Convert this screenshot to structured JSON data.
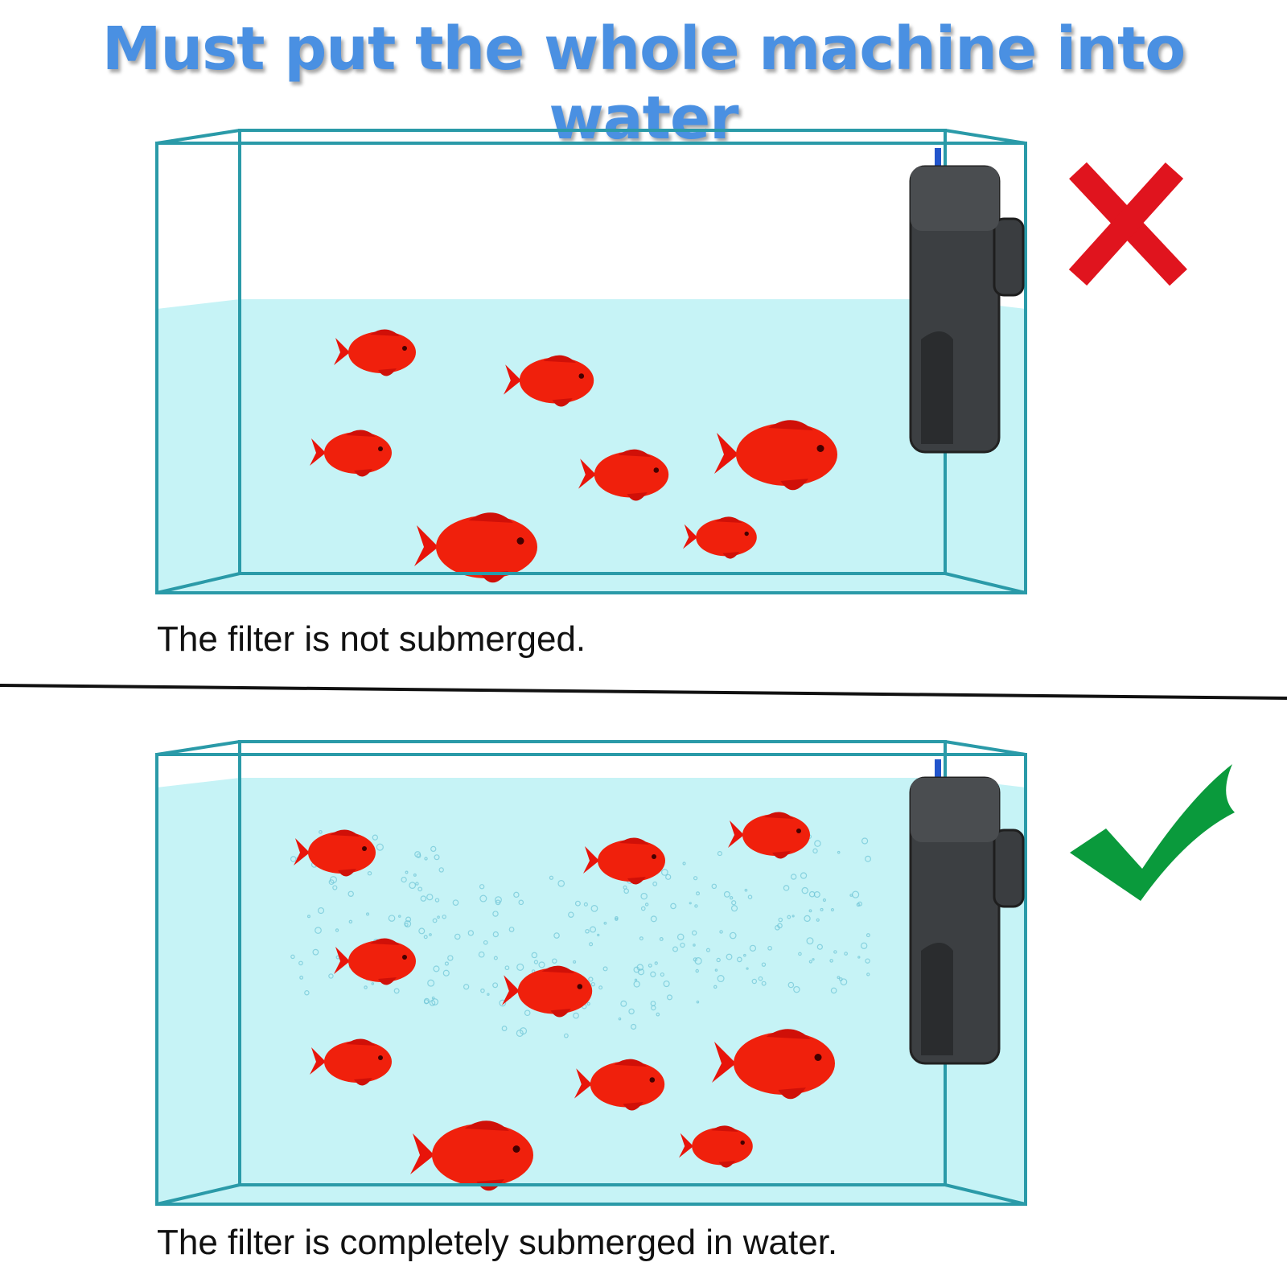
{
  "title": "Must put the whole machine into water",
  "colors": {
    "title": "#4a90e2",
    "wrong": "#e0141e",
    "right": "#0a9a3c",
    "water": "#c6f3f6",
    "glass": "#2a9aa8"
  },
  "panels": [
    {
      "caption": "The filter is not submerged.",
      "status_icon": "red-x-icon",
      "water_level": "partial"
    },
    {
      "caption": "The filter is completely submerged in water.",
      "status_icon": "green-check-icon",
      "water_level": "full"
    }
  ]
}
